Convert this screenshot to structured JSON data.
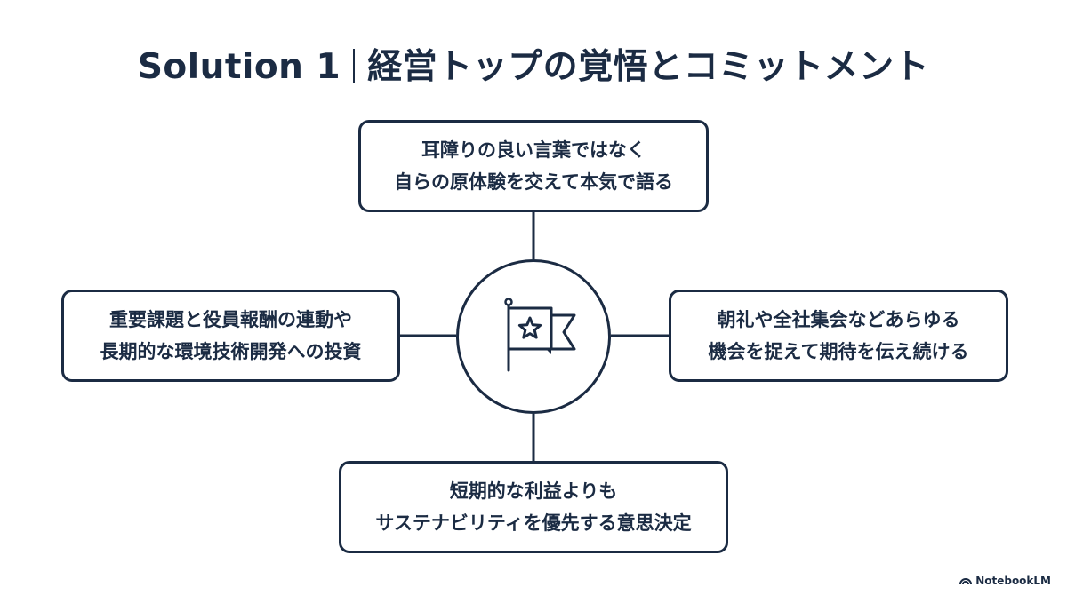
{
  "slide": {
    "title_main": "Solution 1",
    "title_sub": "経営トップの覚悟とコミットメント"
  },
  "nodes": {
    "top": {
      "line1": "耳障りの良い言葉ではなく",
      "line2": "自らの原体験を交えて本気で語る"
    },
    "left": {
      "line1": "重要課題と役員報酬の連動や",
      "line2": "長期的な環境技術開発への投資"
    },
    "right": {
      "line1": "朝礼や全社集会などあらゆる",
      "line2": "機会を捉えて期待を伝え続ける"
    },
    "bottom": {
      "line1": "短期的な利益よりも",
      "line2": "サステナビリティを優先する意思決定"
    }
  },
  "hub": {
    "icon": "flag-star-icon"
  },
  "footer": {
    "brand": "NotebookLM",
    "brand_icon": "notebooklm-logo-icon"
  },
  "colors": {
    "navy": "#1b2b43",
    "background": "#ffffff"
  }
}
